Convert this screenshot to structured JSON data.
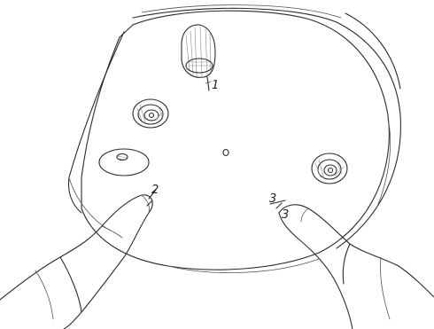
{
  "labels": {
    "label_1": "1",
    "label_2": "2",
    "label_3a": "3",
    "label_3b": "3"
  },
  "colors": {
    "ink": "#2b2b2b",
    "paper": "#ffffff"
  }
}
